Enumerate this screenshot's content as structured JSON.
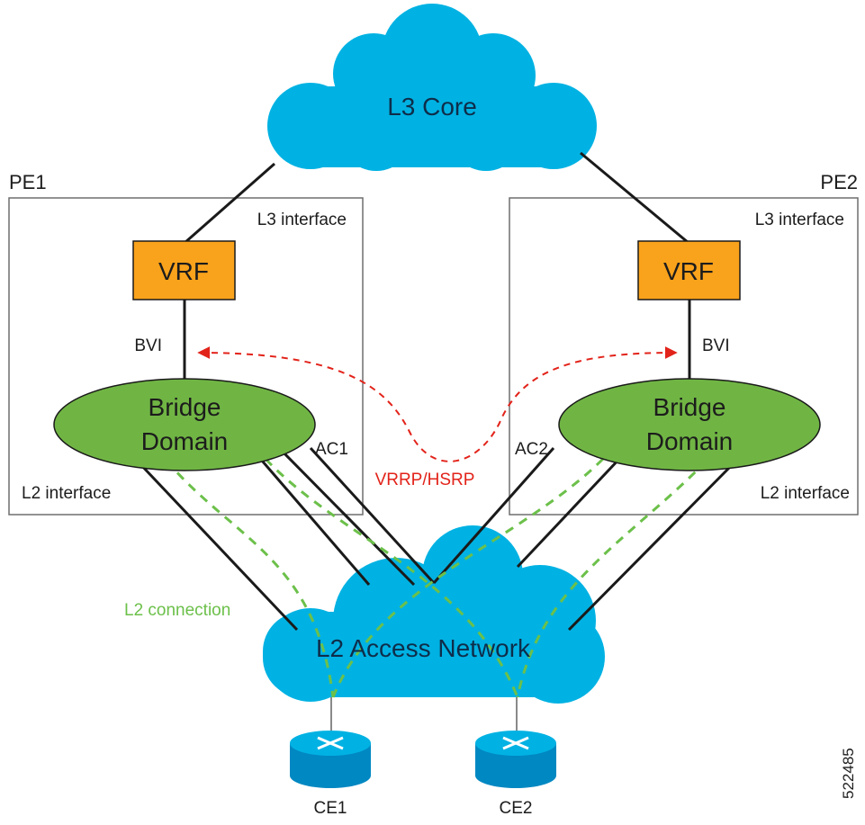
{
  "core": {
    "label": "L3 Core"
  },
  "access": {
    "label": "L2 Access Network"
  },
  "pe1": {
    "name": "PE1",
    "l3_interface": "L3 interface",
    "vrf": "VRF",
    "bvi": "BVI",
    "bridge_line1": "Bridge",
    "bridge_line2": "Domain",
    "l2_interface": "L2 interface",
    "ac": "AC1"
  },
  "pe2": {
    "name": "PE2",
    "l3_interface": "L3 interface",
    "vrf": "VRF",
    "bvi": "BVI",
    "bridge_line1": "Bridge",
    "bridge_line2": "Domain",
    "l2_interface": "L2 interface",
    "ac": "AC2"
  },
  "protocol_label": "VRRP/HSRP",
  "l2_connection_label": "L2 connection",
  "ce1": {
    "label": "CE1",
    "icon": "router-icon"
  },
  "ce2": {
    "label": "CE2",
    "icon": "router-icon"
  },
  "figure_id": "522485",
  "colors": {
    "cloud": "#00b2e3",
    "vrf_box": "#f9a21b",
    "bridge_domain": "#70b544",
    "protocol": "#e2231a",
    "l2_connection": "#6cc04a",
    "line": "#1a1a1a"
  }
}
